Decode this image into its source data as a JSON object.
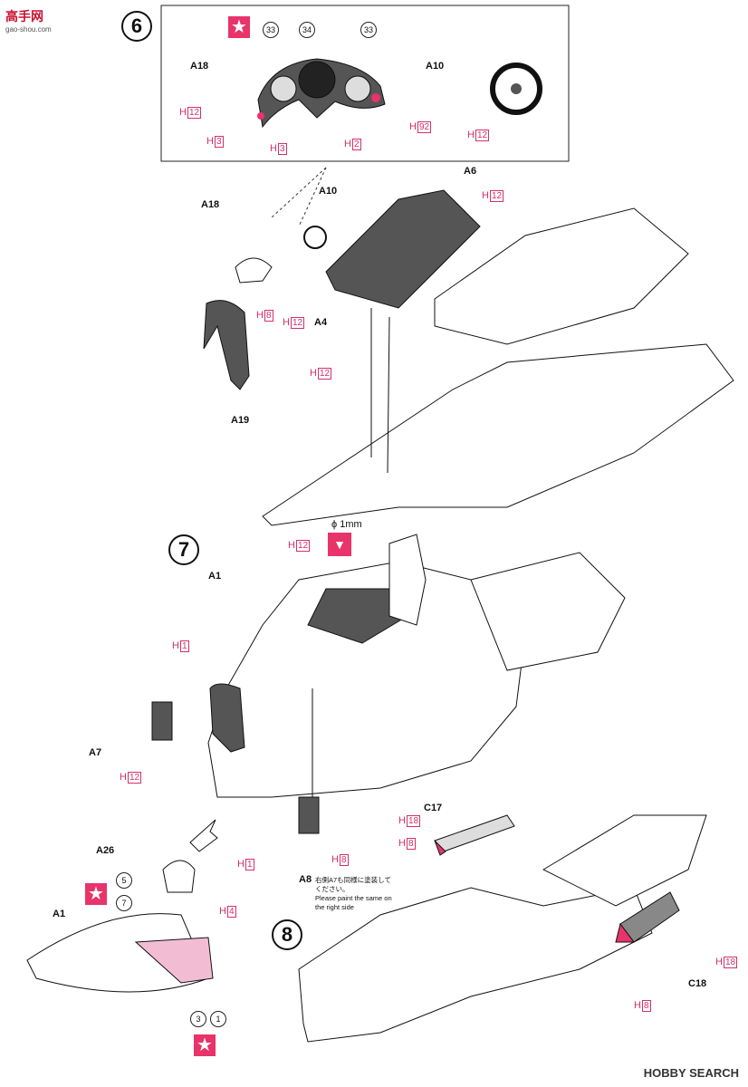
{
  "watermark": {
    "brand": "高手网",
    "url": "gao-shou.com"
  },
  "steps": {
    "s6": "6",
    "s7": "7",
    "s8": "8"
  },
  "footer": "HOBBY SEARCH",
  "star": "★",
  "parts": {
    "a18_top": "A18",
    "a10_top": "A10",
    "a6": "A6",
    "a10": "A10",
    "a18": "A18",
    "a4": "A4",
    "a19": "A19",
    "a1": "A1",
    "a7": "A7",
    "a8": "A8",
    "a26": "A26",
    "a1_b": "A1",
    "c17": "C17",
    "c18": "C18"
  },
  "gauges": {
    "g1": "33",
    "g2": "34",
    "g3": "33"
  },
  "colors": [
    {
      "prefix": "H",
      "num": "12"
    },
    {
      "prefix": "H",
      "num": "3"
    },
    {
      "prefix": "H",
      "num": "3"
    },
    {
      "prefix": "H",
      "num": "2"
    },
    {
      "prefix": "H",
      "num": "92"
    },
    {
      "prefix": "H",
      "num": "12"
    },
    {
      "prefix": "H",
      "num": "12"
    },
    {
      "prefix": "H",
      "num": "8"
    },
    {
      "prefix": "H",
      "num": "12"
    },
    {
      "prefix": "H",
      "num": "12"
    },
    {
      "prefix": "H",
      "num": "12"
    },
    {
      "prefix": "H",
      "num": "1"
    },
    {
      "prefix": "H",
      "num": "12"
    },
    {
      "prefix": "H",
      "num": "1"
    },
    {
      "prefix": "H",
      "num": "8"
    },
    {
      "prefix": "H",
      "num": "4"
    },
    {
      "prefix": "H",
      "num": "18"
    },
    {
      "prefix": "H",
      "num": "8"
    },
    {
      "prefix": "H",
      "num": "18"
    },
    {
      "prefix": "H",
      "num": "8"
    }
  ],
  "decals": {
    "d5": "5",
    "d7": "7",
    "d3": "3",
    "d1": "1"
  },
  "drill": {
    "size": "ϕ 1mm",
    "mark": "▼"
  },
  "note": {
    "jp": "右側A7も同様に塗装してください。",
    "en": "Please paint the same on the right side"
  },
  "accent": "#e8336b"
}
